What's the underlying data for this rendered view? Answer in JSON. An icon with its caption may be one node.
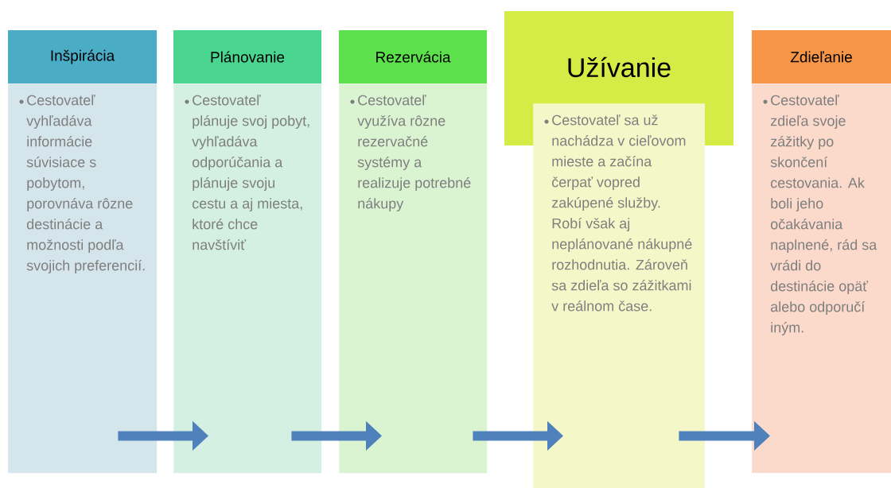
{
  "diagram": {
    "nodes": [
      {
        "text": [
          "Inšpirácia"
        ]
      },
      {
        "text": [
          "Cestovateľ vyhľadáva informácie súvisiace s pobytom, porovnáva rôzne destinácie a možnosti podľa svojich preferencií."
        ]
      },
      {
        "text": [
          "Plánovanie"
        ]
      },
      {
        "text": [
          "Cestovateľ plánuje svoj pobyt, vyhľadáva odporúčania a plánuje svoju cestu a aj miesta, ktoré chce navštíviť"
        ]
      },
      {
        "text": [
          "Rezervácia"
        ]
      },
      {
        "text": [
          "Cestovateľ využíva rôzne rezervačné systémy a realizuje potrebné nákupy"
        ]
      },
      {
        "text": [
          "Užívanie"
        ]
      },
      {
        "text": [
          "Cestovateľ sa už nachádza v cieľovom mieste a začína čerpať vopred zakúpené služby. Robí však aj neplánované nákupné rozhodnutia. Zároveň sa zdieľa so zážitkami v reálnom čase."
        ]
      },
      {
        "text": [
          "Zdieľanie"
        ]
      },
      {
        "text": [
          "Cestovateľ zdieľa svoje zážitky po skončení cestovania. Ak boli jeho očakávania naplnené, rád sa vrádi do destinácie opäť alebo odporučí iným."
        ]
      }
    ],
    "edges": [
      {
        "from": 1,
        "to": 3,
        "arrow": "to"
      },
      {
        "from": 3,
        "to": 5,
        "arrow": "to"
      },
      {
        "from": 5,
        "to": 7,
        "arrow": "to"
      },
      {
        "from": 7,
        "to": 9,
        "arrow": "to"
      }
    ]
  }
}
